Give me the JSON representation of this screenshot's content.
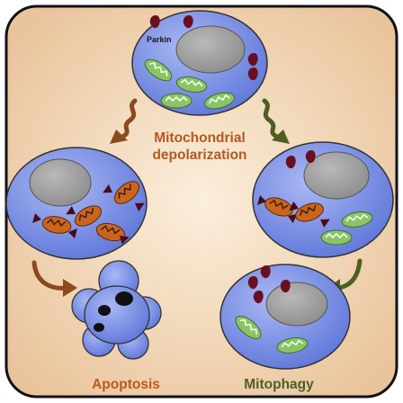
{
  "labels": {
    "center_line1": "Mitochondrial",
    "center_line2": "depolarization",
    "parkin": "Parkin",
    "apoptosis": "Apoptosis",
    "mitophagy": "Mitophagy"
  },
  "colors": {
    "background_fill": "#f7e4c9",
    "frame_stroke": "#111111",
    "cell_fill": "#7f93e8",
    "nucleus_fill": "#9c9c9c",
    "parkin_fill": "#6a0f20",
    "healthy_mito_fill": "#8bc466",
    "damaged_mito_fill": "#c9651c",
    "apoptosis_label": "#c2571a",
    "mitophagy_label": "#4d5f25",
    "center_label": "#b25a1c",
    "arrow_left": "#8a4a1e",
    "arrow_right": "#4e5f1f"
  }
}
